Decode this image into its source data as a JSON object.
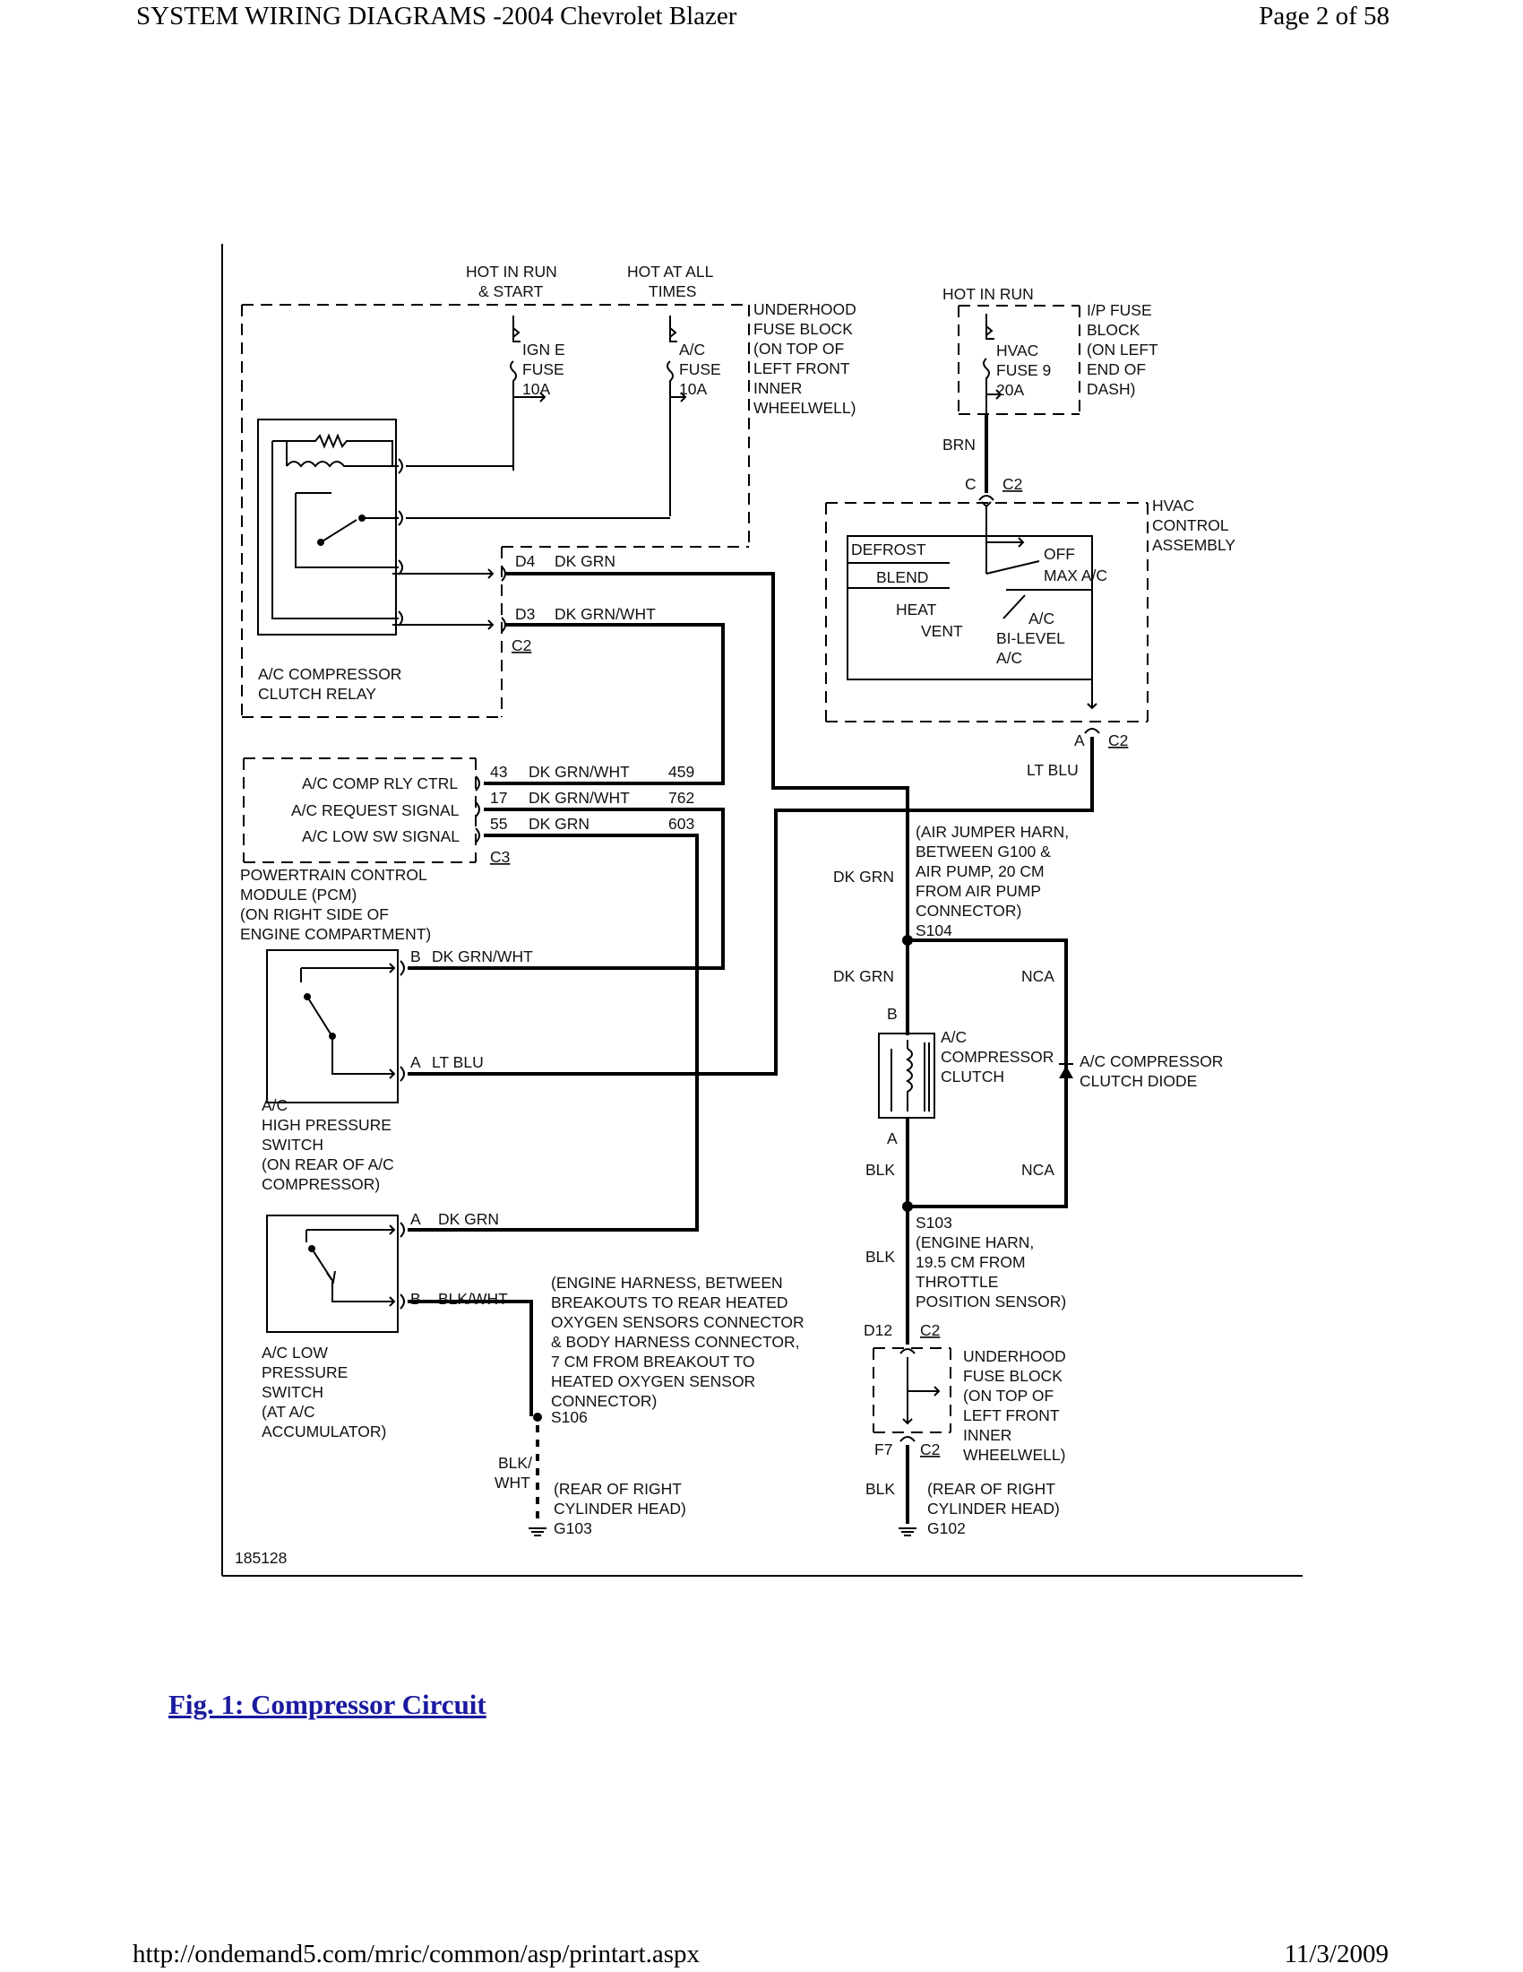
{
  "header": {
    "title": "SYSTEM WIRING DIAGRAMS -2004 Chevrolet Blazer",
    "page": "Page 2 of 58"
  },
  "footer": {
    "url": "http://ondemand5.com/mric/common/asp/printart.aspx",
    "date": "11/3/2009"
  },
  "caption": "Fig. 1: Compressor Circuit",
  "diagram": {
    "figure_id": "185128",
    "power": {
      "hot_run_start": [
        "HOT IN RUN",
        "& START"
      ],
      "hot_all_times": [
        "HOT AT ALL",
        "TIMES"
      ],
      "hot_in_run": "HOT IN RUN",
      "ign_fuse": [
        "IGN E",
        "FUSE",
        "10A"
      ],
      "ac_fuse": [
        "A/C",
        "FUSE",
        "10A"
      ],
      "hvac_fuse": [
        "HVAC",
        "FUSE 9",
        "20A"
      ],
      "underhood_block": [
        "UNDERHOOD",
        "FUSE BLOCK",
        "(ON TOP OF",
        "LEFT FRONT",
        "INNER",
        "WHEELWELL)"
      ],
      "ip_block": [
        "I/P FUSE",
        "BLOCK",
        "(ON LEFT",
        "END OF",
        "DASH)"
      ]
    },
    "relay": {
      "label": [
        "A/C COMPRESSOR",
        "CLUTCH RELAY"
      ],
      "pin_d4": "D4",
      "wire_d4": "DK GRN",
      "pin_d3": "D3",
      "wire_d3": "DK GRN/WHT",
      "connector": "C2"
    },
    "hvac": {
      "wire_brn": "BRN",
      "pin_c": "C",
      "conn_c": "C2",
      "label": [
        "HVAC",
        "CONTROL",
        "ASSEMBLY"
      ],
      "defrost": "DEFROST",
      "blend": "BLEND",
      "heat": "HEAT",
      "vent": "VENT",
      "off": "OFF",
      "max_ac": "MAX A/C",
      "ac": "A/C",
      "bi_level": "BI-LEVEL",
      "ac2": "A/C",
      "pin_a": "A",
      "conn_a": "C2",
      "wire_out": "LT BLU"
    },
    "pcm": {
      "rows": [
        {
          "name": "A/C COMP RLY CTRL",
          "pin": "43",
          "wire": "DK GRN/WHT",
          "circuit": "459"
        },
        {
          "name": "A/C REQUEST SIGNAL",
          "pin": "17",
          "wire": "DK GRN/WHT",
          "circuit": "762"
        },
        {
          "name": "A/C LOW SW SIGNAL",
          "pin": "55",
          "wire": "DK GRN",
          "circuit": "603"
        }
      ],
      "connector": "C3",
      "label": [
        "POWERTRAIN CONTROL",
        "MODULE (PCM)",
        "(ON RIGHT SIDE OF",
        "ENGINE COMPARTMENT)"
      ]
    },
    "high_pressure": {
      "pin_b": "B",
      "wire_b": "DK GRN/WHT",
      "pin_a": "A",
      "wire_a": "LT BLU",
      "label": [
        "A/C",
        "HIGH PRESSURE",
        "SWITCH",
        "(ON REAR OF A/C",
        "COMPRESSOR)"
      ]
    },
    "low_pressure": {
      "pin_a": "A",
      "wire_a": "DK GRN",
      "pin_b": "B",
      "wire_b": "BLK/WHT",
      "label": [
        "A/C LOW",
        "PRESSURE",
        "SWITCH",
        "(AT A/C",
        "ACCUMULATOR)"
      ]
    },
    "engine_harness": {
      "note": [
        "(ENGINE HARNESS, BETWEEN",
        "BREAKOUTS TO REAR HEATED",
        "OXYGEN SENSORS CONNECTOR",
        "& BODY HARNESS CONNECTOR,",
        "7 CM FROM BREAKOUT TO",
        "HEATED OXYGEN SENSOR",
        "CONNECTOR)"
      ],
      "splice": "S106",
      "wire": [
        "BLK/",
        "WHT"
      ],
      "ground_note": [
        "(REAR OF RIGHT",
        "CYLINDER HEAD)"
      ],
      "ground": "G103"
    },
    "air_jumper": {
      "note": [
        "(AIR JUMPER HARN,",
        "BETWEEN G100 &",
        "AIR PUMP, 20 CM",
        "FROM AIR PUMP",
        "CONNECTOR)"
      ],
      "splice": "S104",
      "wire": "DK GRN"
    },
    "clutch": {
      "wire_top": "DK GRN",
      "nca_top": "NCA",
      "pin_b": "B",
      "label": [
        "A/C",
        "COMPRESSOR",
        "CLUTCH"
      ],
      "diode": [
        "A/C COMPRESSOR",
        "CLUTCH DIODE"
      ],
      "pin_a": "A",
      "wire_bottom": "BLK",
      "nca_bottom": "NCA"
    },
    "ground_side": {
      "splice": "S103",
      "note": [
        "(ENGINE HARN,",
        "19.5 CM FROM",
        "THROTTLE",
        "POSITION SENSOR)"
      ],
      "wire_blk": "BLK",
      "pin_d12": "D12",
      "conn_d12": "C2",
      "underhood": [
        "UNDERHOOD",
        "FUSE BLOCK",
        "(ON TOP OF",
        "LEFT FRONT",
        "INNER",
        "WHEELWELL)"
      ],
      "pin_f7": "F7",
      "conn_f7": "C2",
      "wire_blk2": "BLK",
      "ground_note": [
        "(REAR OF RIGHT",
        "CYLINDER HEAD)"
      ],
      "ground": "G102"
    }
  }
}
